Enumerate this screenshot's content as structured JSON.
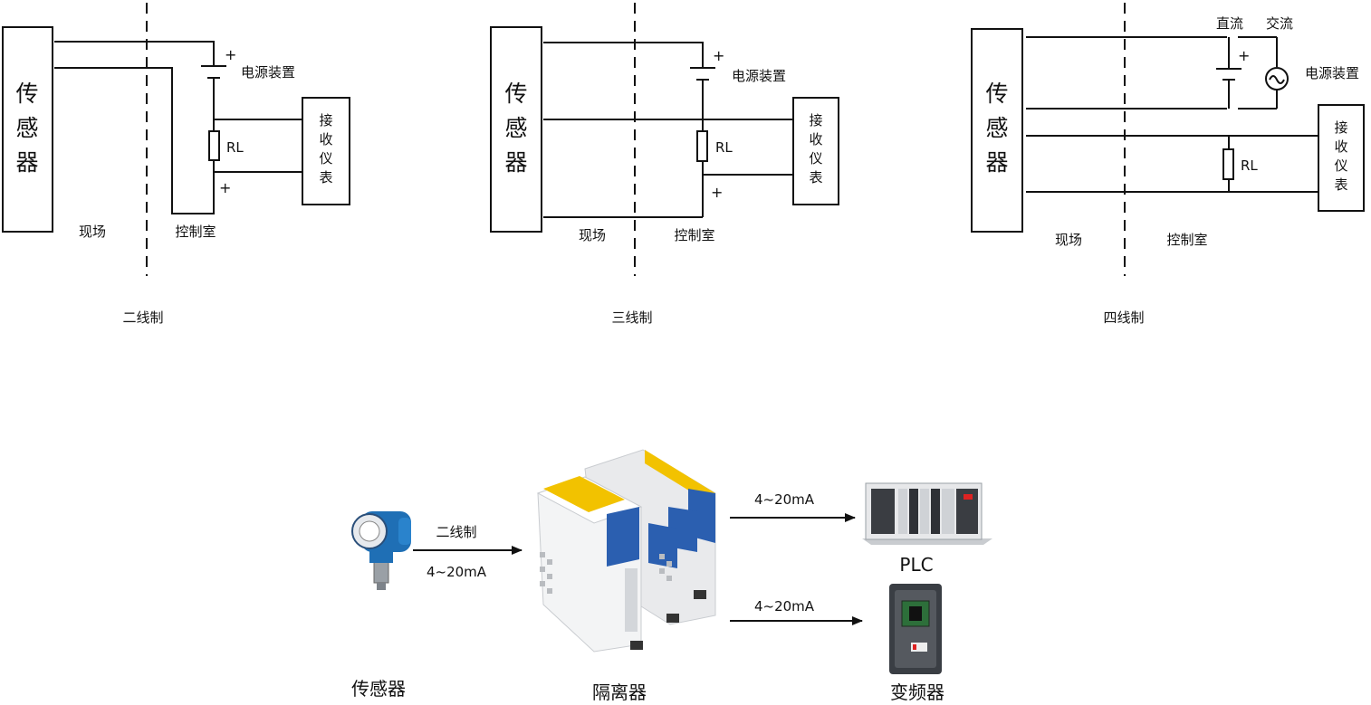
{
  "diagrams": {
    "two_wire": {
      "sensor": [
        "传",
        "感",
        "器"
      ],
      "power": "电源装置",
      "resistor": "RL",
      "receiver": [
        "接",
        "收",
        "仪",
        "表"
      ],
      "field": "现场",
      "control": "控制室",
      "caption": "二线制",
      "plus": "+"
    },
    "three_wire": {
      "sensor": [
        "传",
        "感",
        "器"
      ],
      "power": "电源装置",
      "resistor": "RL",
      "receiver": [
        "接",
        "收",
        "仪",
        "表"
      ],
      "field": "现场",
      "control": "控制室",
      "caption": "三线制",
      "plus": "+"
    },
    "four_wire": {
      "sensor": [
        "传",
        "感",
        "器"
      ],
      "dc": "直流",
      "ac": "交流",
      "power": "电源装置",
      "resistor": "RL",
      "receiver": [
        "接",
        "收",
        "仪",
        "表"
      ],
      "field": "现场",
      "control": "控制室",
      "caption": "四线制",
      "plus": "+"
    }
  },
  "flow": {
    "sensor_label": "传感器",
    "isolator_label": "隔离器",
    "plc_label": "PLC",
    "vfd_label": "变频器",
    "input_top": "二线制",
    "input_bottom": "4~20mA",
    "out_plc": "4~20mA",
    "out_vfd": "4~20mA"
  },
  "colors": {
    "line": "#111111",
    "transmitter_blue": "#1f6fb5",
    "isolator_yellow": "#f2c200",
    "isolator_blue": "#2b5fb0",
    "device_gray": "#9aa0a6"
  }
}
